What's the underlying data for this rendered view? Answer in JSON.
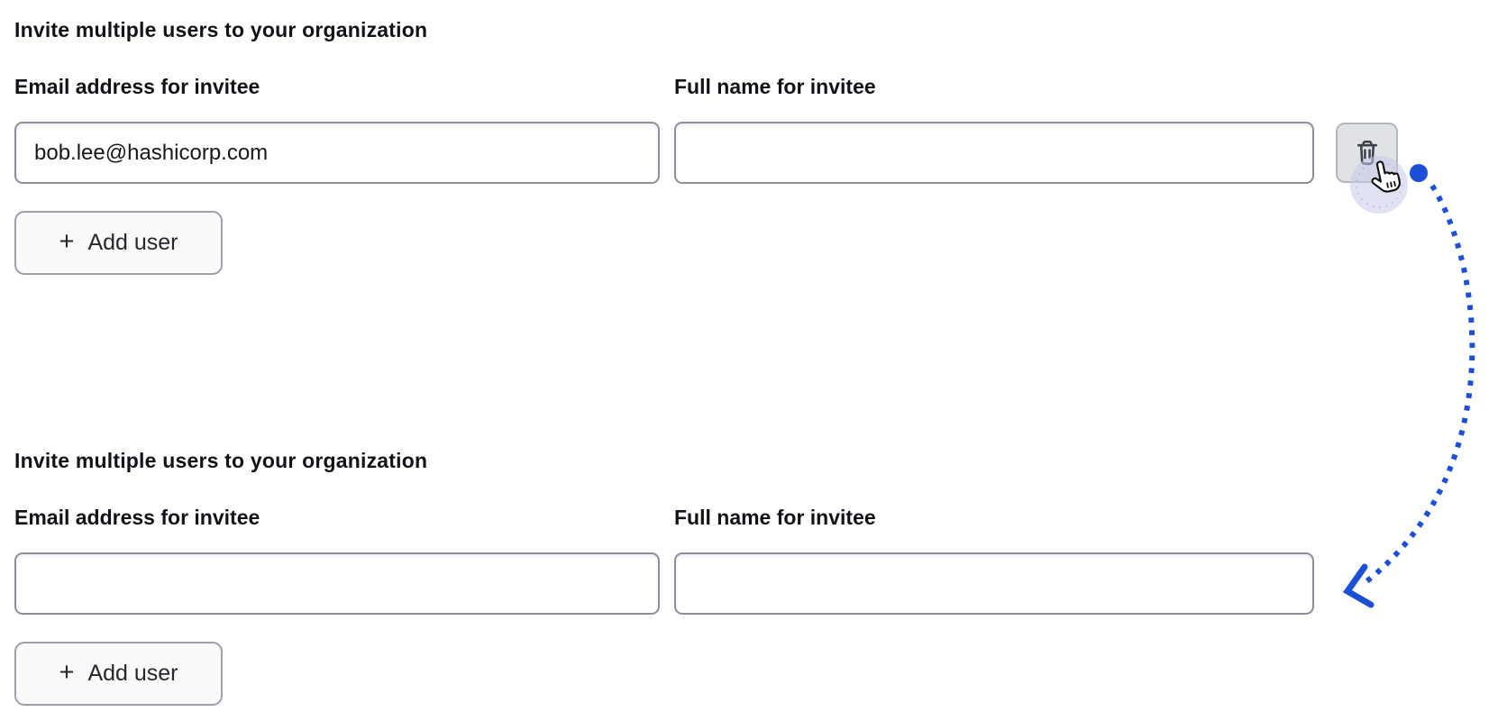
{
  "colors": {
    "accent_blue": "#1b50d6",
    "input_border": "#8a8f99",
    "text": "#111318",
    "delete_button_bg": "#e1e2e5",
    "add_button_bg": "#fafafb",
    "cursor_highlight": "#c7cbe9"
  },
  "sections": [
    {
      "heading": "Invite multiple users to your organization",
      "email": {
        "label": "Email address for invitee",
        "value": "bob.lee@hashicorp.com"
      },
      "full_name": {
        "label": "Full name for invitee",
        "value": ""
      },
      "add_user": {
        "plus": "+",
        "label": "Add user"
      },
      "delete_button": {
        "icon": "trash-icon"
      }
    },
    {
      "heading": "Invite multiple users to your organization",
      "email": {
        "label": "Email address for invitee",
        "value": ""
      },
      "full_name": {
        "label": "Full name for invitee",
        "value": ""
      },
      "add_user": {
        "plus": "+",
        "label": "Add user"
      }
    }
  ],
  "annotation": {
    "cursor": "hand-pointer over delete button",
    "arrow": "dotted curved arrow from delete button down to second form",
    "arrow_color": "#1b50d6"
  }
}
